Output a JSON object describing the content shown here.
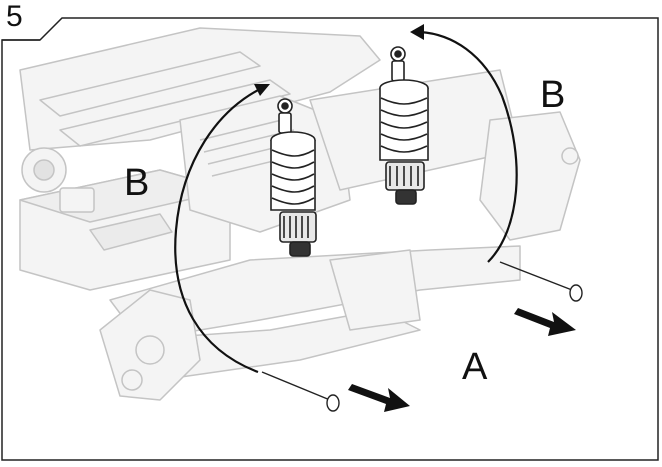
{
  "step": {
    "number": "5"
  },
  "callouts": {
    "rotate_label_left": "B",
    "rotate_label_right": "B",
    "pull_label": "A"
  },
  "colors": {
    "ink": "#111111",
    "chassis_gray": "#c8c8c8",
    "chassis_fill": "#f2f2f2",
    "frame": "#222222"
  },
  "icons": {
    "rotation_arrow": "curved-arrow-icon",
    "pull_arrow": "direction-arrow-icon",
    "pin": "hinge-pin-icon"
  }
}
